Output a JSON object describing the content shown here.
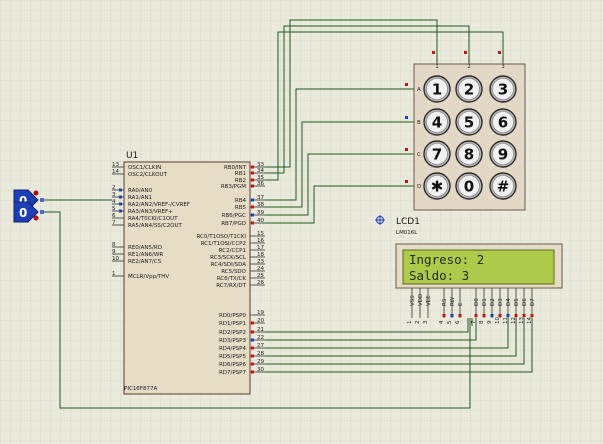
{
  "mcu": {
    "ref": "U1",
    "part": "PIC16F877A",
    "left_pins": [
      {
        "num": "13",
        "label": "OSC1/CLKIN"
      },
      {
        "num": "14",
        "label": "OSC2/CLKOUT"
      },
      {
        "num": "2",
        "label": "RA0/AN0"
      },
      {
        "num": "3",
        "label": "RA1/AN1"
      },
      {
        "num": "4",
        "label": "RA2/AN2/VREF-/CVREF"
      },
      {
        "num": "5",
        "label": "RA3/AN3/VREF+"
      },
      {
        "num": "6",
        "label": "RA4/T0CKI/C1OUT"
      },
      {
        "num": "7",
        "label": "RA5/AN4/SS/C2OUT"
      },
      {
        "num": "8",
        "label": "RE0/AN5/RD"
      },
      {
        "num": "9",
        "label": "RE1/AN6/WR"
      },
      {
        "num": "10",
        "label": "RE2/AN7/CS"
      },
      {
        "num": "1",
        "label": "MCLR/Vpp/THV"
      }
    ],
    "right_pins": [
      {
        "num": "33",
        "label": "RB0/INT"
      },
      {
        "num": "34",
        "label": "RB1"
      },
      {
        "num": "35",
        "label": "RB2"
      },
      {
        "num": "36",
        "label": "RB3/PGM"
      },
      {
        "num": "37",
        "label": "RB4"
      },
      {
        "num": "38",
        "label": "RB5"
      },
      {
        "num": "39",
        "label": "RB6/PGC"
      },
      {
        "num": "40",
        "label": "RB7/PGD"
      },
      {
        "num": "15",
        "label": "RC0/T1OSO/T1CKI"
      },
      {
        "num": "16",
        "label": "RC1/T1OSI/CCP2"
      },
      {
        "num": "17",
        "label": "RC2/CCP1"
      },
      {
        "num": "18",
        "label": "RC3/SCK/SCL"
      },
      {
        "num": "23",
        "label": "RC4/SDI/SDA"
      },
      {
        "num": "24",
        "label": "RC5/SDO"
      },
      {
        "num": "25",
        "label": "RC6/TX/CK"
      },
      {
        "num": "26",
        "label": "RC7/RX/DT"
      },
      {
        "num": "19",
        "label": "RD0/PSP0"
      },
      {
        "num": "20",
        "label": "RD1/PSP1"
      },
      {
        "num": "21",
        "label": "RD2/PSP2"
      },
      {
        "num": "22",
        "label": "RD3/PSP3"
      },
      {
        "num": "27",
        "label": "RD4/PSP4"
      },
      {
        "num": "28",
        "label": "RD5/PSP5"
      },
      {
        "num": "29",
        "label": "RD6/PSP6"
      },
      {
        "num": "30",
        "label": "RD7/PSP7"
      }
    ]
  },
  "keypad": {
    "col_labels": [
      "1",
      "2",
      "3"
    ],
    "row_labels": [
      "A",
      "B",
      "C",
      "D"
    ],
    "keys": [
      "1",
      "2",
      "3",
      "4",
      "5",
      "6",
      "7",
      "8",
      "9",
      "✱",
      "0",
      "#"
    ]
  },
  "lcd": {
    "ref": "LCD1",
    "part": "LM016L",
    "line1": "Ingreso: 2",
    "line2": "Saldo: 3",
    "pin_labels": [
      "VSS",
      "VDD",
      "VEE",
      "RS",
      "RW",
      "E",
      "D0",
      "D1",
      "D2",
      "D3",
      "D4",
      "D5",
      "D6",
      "D7"
    ],
    "pin_numbers": [
      "1",
      "2",
      "3",
      "4",
      "5",
      "6",
      "7",
      "8",
      "9",
      "10",
      "11",
      "12",
      "13",
      "14"
    ]
  },
  "probes": [
    {
      "value": "0"
    },
    {
      "value": "0"
    }
  ],
  "colors": {
    "background": "#e9e9dc",
    "grid": "#d6d6c6",
    "wire": "#1f5a1f",
    "component_body": "#e7dcc6",
    "lcd_screen": "#aeca4a",
    "probe": "#1d3fb6",
    "pin_marker": "#cc1111"
  }
}
